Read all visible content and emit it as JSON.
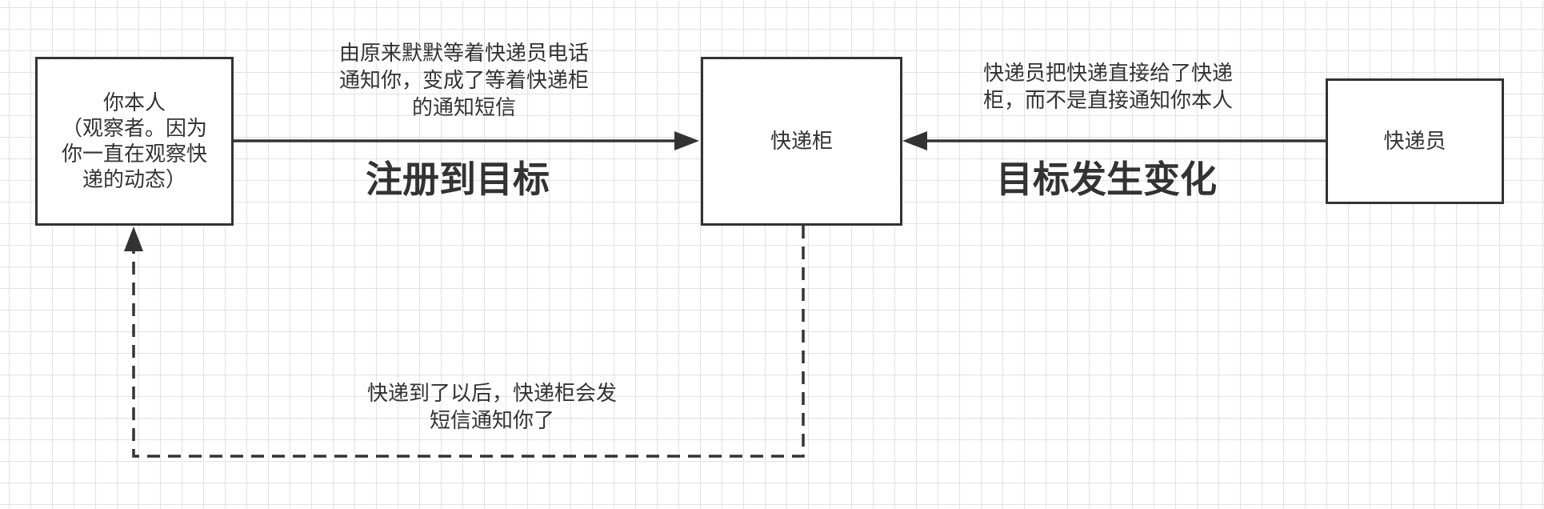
{
  "nodes": {
    "observer": "你本人\n（观察者。因为\n你一直在观察快\n递的动态）",
    "locker": "快递柜",
    "courier": "快递员"
  },
  "edges": {
    "register_note": "由原来默默等着快递员电话\n通知你，变成了等着快递柜\n的通知短信",
    "register_title": "注册到目标",
    "change_note": "快递员把快递直接给了快递\n柜，而不是直接通知你本人",
    "change_title": "目标发生变化",
    "notify_note": "快递到了以后，快递柜会发\n短信通知你了"
  },
  "colors": {
    "line": "#333333",
    "grid": "#e2e2e2",
    "background": "#ffffff"
  }
}
